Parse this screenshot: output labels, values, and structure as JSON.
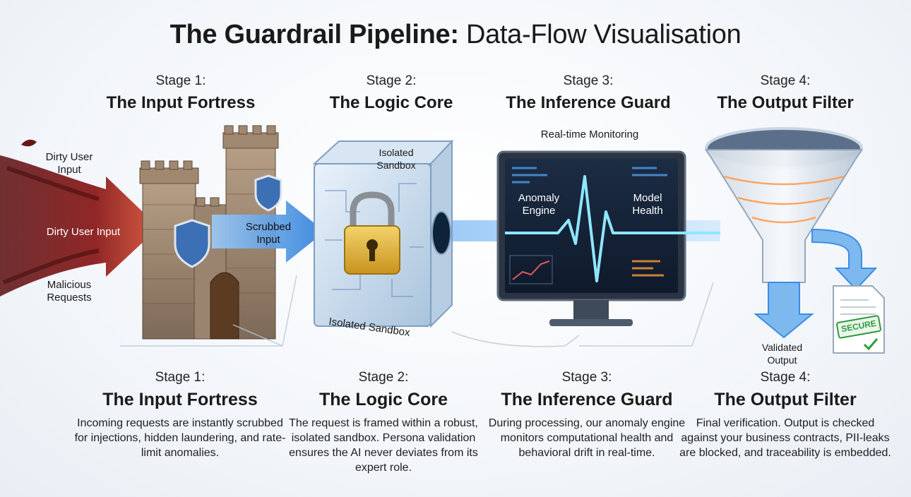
{
  "title": {
    "bold": "The Guardrail Pipeline:",
    "rest": "Data-Flow Visualisation"
  },
  "stages_top": [
    {
      "num": "Stage 1:",
      "name": "The Input Fortress"
    },
    {
      "num": "Stage 2:",
      "name": "The Logic Core"
    },
    {
      "num": "Stage 3:",
      "name": "The Inference Guard"
    },
    {
      "num": "Stage 4:",
      "name": "The Output Filter"
    }
  ],
  "stages_bottom": [
    {
      "num": "Stage 1:",
      "name": "The Input Fortress",
      "desc": "Incoming requests are instantly scrubbed for injections, hidden laundering, and rate-limit anomalies."
    },
    {
      "num": "Stage 2:",
      "name": "The Logic Core",
      "desc": "The request is framed within a robust, isolated sandbox. Persona validation ensures the AI never deviates from its expert role."
    },
    {
      "num": "Stage 3:",
      "name": "The Inference Guard",
      "desc": "During processing, our anomaly engine monitors computational health and behavioral drift in real-time."
    },
    {
      "num": "Stage 4:",
      "name": "The Output Filter",
      "desc": "Final verification. Output is checked against your business contracts, PII-leaks are blocked, and traceability is embedded."
    }
  ],
  "labels": {
    "dirty_top": "Dirty User Input",
    "dirty_mid": "Dirty User Input",
    "malicious": "Malicious Requests",
    "scrubbed": "Scrubbed Input",
    "isolated_top": "Isolated Sandbox",
    "isolated_bottom": "Isolated Sandbox",
    "realtime": "Real-time Monitoring",
    "anomaly": "Anomaly Engine",
    "model_health": "Model Health",
    "validated": "Validated Output",
    "secure": "SECURE"
  },
  "icons": [
    "fortress-icon",
    "shield-icon",
    "padlock-icon",
    "monitor-icon",
    "heartbeat-icon",
    "funnel-icon",
    "document-icon",
    "checkmark-icon"
  ],
  "colors": {
    "threat": "#8b1c1c",
    "flow": "#3a8ee6",
    "lock": "#e0b43c",
    "secure": "#2e9a3f"
  }
}
